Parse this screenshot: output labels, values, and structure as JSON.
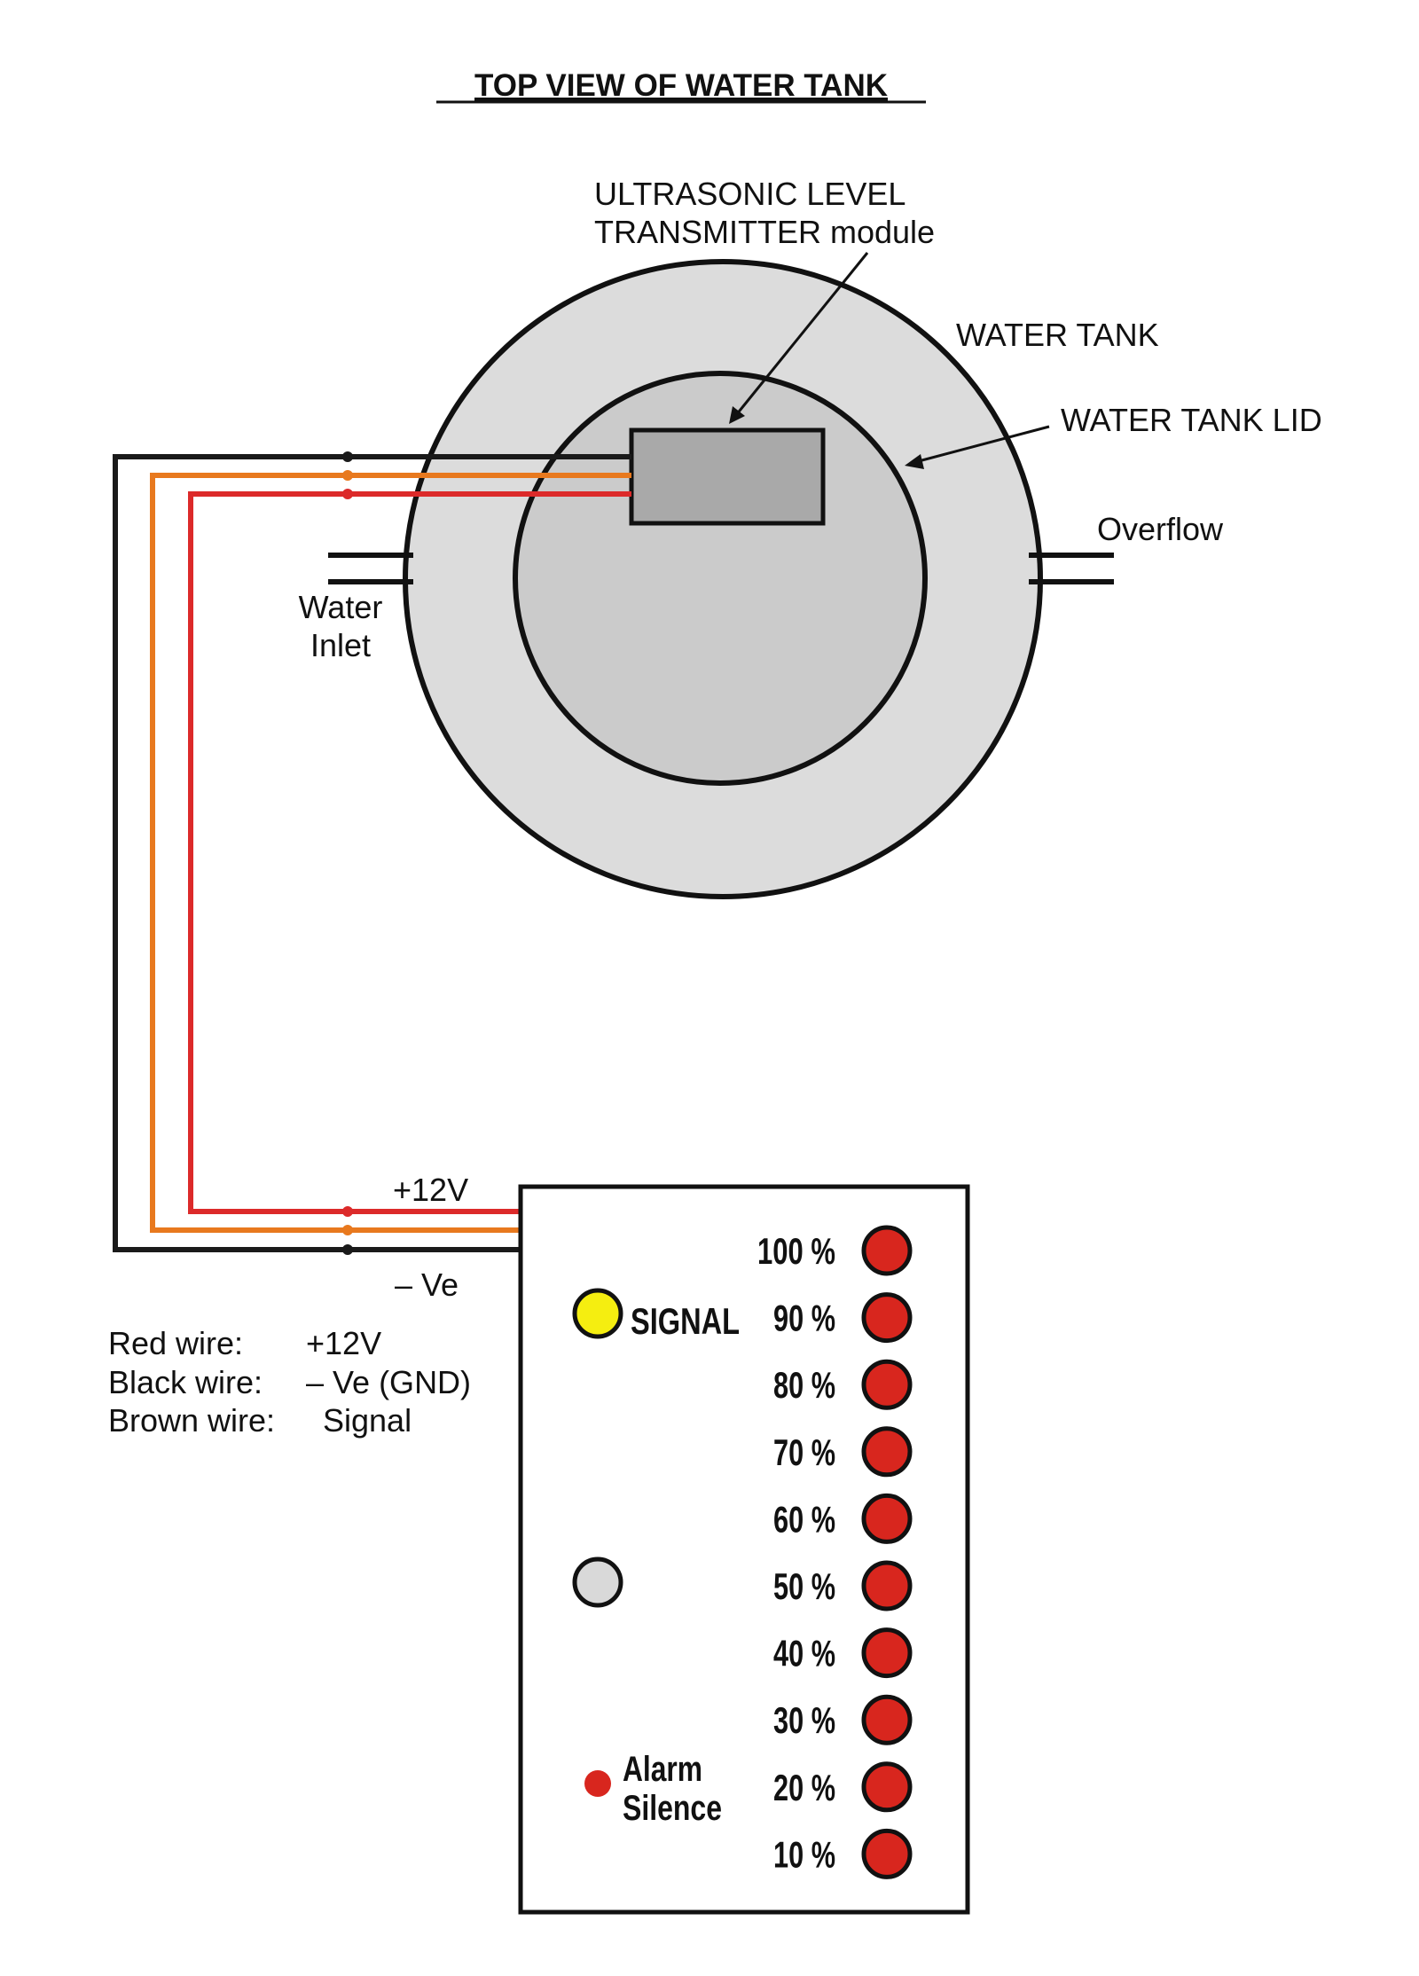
{
  "title": "TOP VIEW OF WATER TANK",
  "labels": {
    "module_line1": "ULTRASONIC LEVEL",
    "module_line2": "TRANSMITTER module",
    "tank": "WATER TANK",
    "lid": "WATER TANK LID",
    "overflow": "Overflow",
    "inlet_line1": "Water",
    "inlet_line2": "Inlet",
    "plus12v": "+12V",
    "minus_ve": "– Ve"
  },
  "legend": [
    {
      "name": "Red wire:",
      "value": "+12V"
    },
    {
      "name": "Black wire:",
      "value": "– Ve (GND)"
    },
    {
      "name": "Brown wire:",
      "value": "Signal"
    }
  ],
  "panel": {
    "signal_label": "SIGNAL",
    "alarm_line1": "Alarm",
    "alarm_line2": "Silence",
    "levels": [
      "100 %",
      "90 %",
      "80 %",
      "70 %",
      "60 %",
      "50 %",
      "40 %",
      "30 %",
      "20 %",
      "10 %"
    ]
  },
  "colors": {
    "tank_fill": "#dcdcdc",
    "lid_fill": "#cbcbcb",
    "module_fill": "#a9a9a9",
    "wire_black": "#1a1a1a",
    "wire_brown": "#e8791e",
    "wire_red": "#dc2a2a",
    "led_red": "#d8261e",
    "led_signal": "#f5ee10",
    "led_off": "#d9d9d9"
  }
}
